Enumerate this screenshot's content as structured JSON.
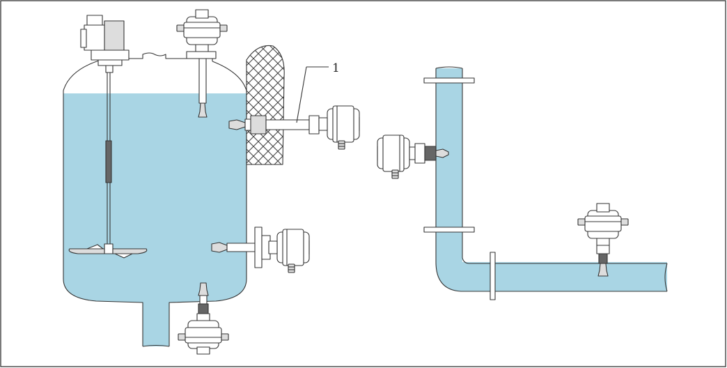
{
  "figure": {
    "callout_label": "1",
    "colors": {
      "liquid": "#a9d5e4",
      "outline": "#333333",
      "insulation_hatch": "#444444",
      "frame": "#333333"
    },
    "elements": [
      "tank-vessel",
      "agitator",
      "insulation-wall",
      "level-switch-top",
      "level-switch-side-extended",
      "level-switch-side-flange",
      "level-switch-bottom",
      "pipe-vertical",
      "pipe-horizontal",
      "level-switch-pipe-vertical",
      "level-switch-pipe-horizontal"
    ]
  }
}
